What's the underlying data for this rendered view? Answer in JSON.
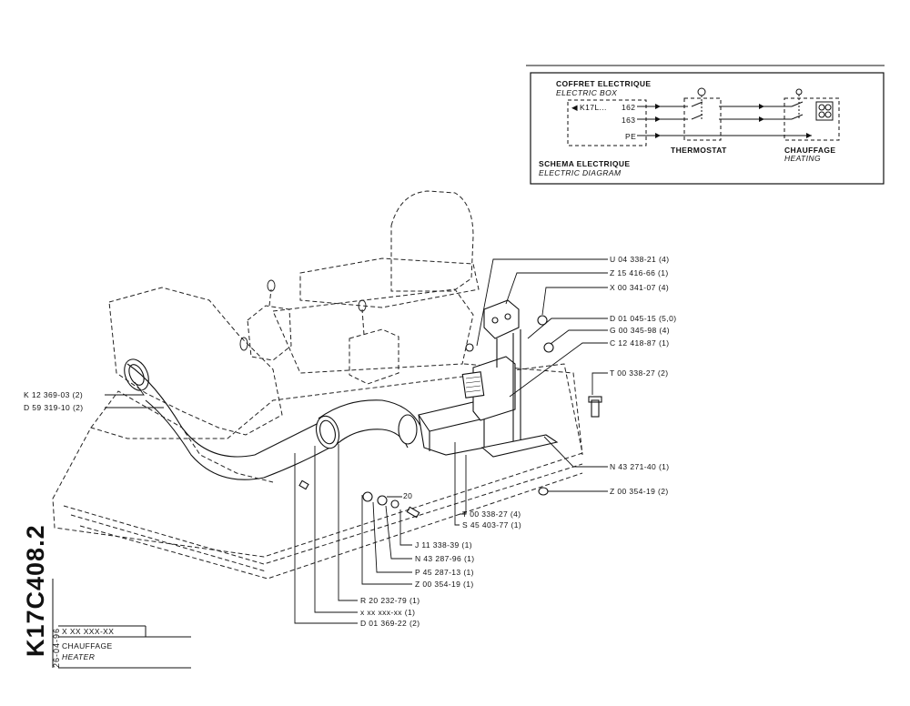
{
  "schematic": {
    "box_title": "COFFRET ELECTRIQUE",
    "box_title_en": "ELECTRIC BOX",
    "terminal_ref": "K17L...",
    "wire1": "162",
    "wire2": "163",
    "wire3": "PE",
    "thermostat": "THERMOSTAT",
    "heating_fr": "CHAUFFAGE",
    "heating_en": "HEATING",
    "diagram_title": "SCHEMA ELECTRIQUE",
    "diagram_title_en": "ELECTRIC DIAGRAM"
  },
  "parts": [
    "U 04 338-21 (4)",
    "Z 15 416-66 (1)",
    "X 00 341-07 (4)",
    "D 01 045-15 (5,0)",
    "G 00 345-98 (4)",
    "C 12 418-87 (1)",
    "T 00 338-27 (2)",
    "K 12 369-03 (2)",
    "D 59 319-10 (2)",
    "N 43 271-40 (1)",
    "Z 00 354-19 (2)",
    "T 00 338-27 (4)",
    "S 45 403-77 (1)",
    "J 11 338-39 (1)",
    "N 43 287-96 (1)",
    "P 45 287-13 (1)",
    "Z 00 354-19 (1)",
    "R 20 232-79 (1)",
    "x xx xxx-xx (1)",
    "D 01 369-22 (2)"
  ],
  "callout_20": "20",
  "title_block": {
    "doc_code": "K17C408.2",
    "date": "26-04-96",
    "ref": "X XX XXX-XX",
    "title_fr": "CHAUFFAGE",
    "title_en": "HEATER"
  }
}
